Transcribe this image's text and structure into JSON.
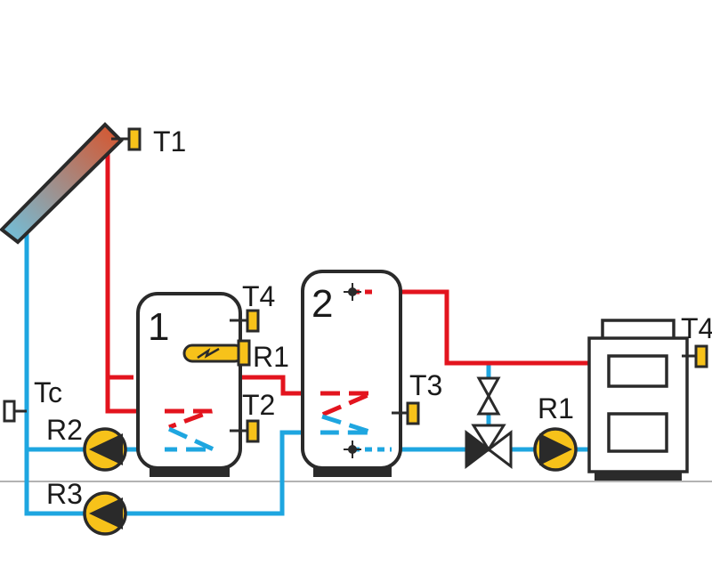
{
  "colors": {
    "hot": "#e3141e",
    "cold": "#1ea6e0",
    "outline": "#2a2a2a",
    "sensor": "#f7c21a",
    "base": "#2b2b2b",
    "ground": "#9a9a9a"
  },
  "labels": {
    "t1": "T1",
    "t4_tank1": "T4",
    "r1_tank1": "R1",
    "t2": "T2",
    "tc": "Tc",
    "r2": "R2",
    "r3": "R3",
    "t3": "T3",
    "r1_pump": "R1",
    "t4_boiler": "T4"
  },
  "tanks": {
    "tank1_number": "1",
    "tank2_number": "2"
  },
  "icons": {
    "collector": "solar-collector-icon",
    "pump": "circulation-pump-icon",
    "valve": "three-way-valve-icon",
    "boiler": "boiler-icon",
    "heater": "electric-heater-icon",
    "sensor": "temperature-sensor-icon"
  }
}
